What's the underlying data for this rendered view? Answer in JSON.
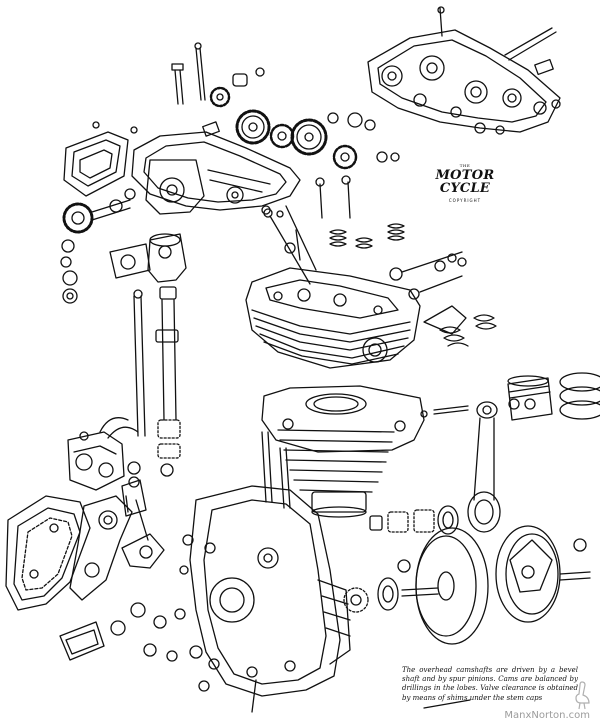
{
  "brand": {
    "small_label": "THE",
    "wordmark": "MOTOR CYCLE",
    "copyright": "COPYRIGHT"
  },
  "caption": {
    "text": "The overhead camshafts are driven by a bevel shaft and by spur pinions. Cams are balanced by drillings in the lobes. Valve clearance is obtained by means of shims under the stem caps"
  },
  "watermark": {
    "text": "ManxNorton.com",
    "icon": "ostrich-icon"
  },
  "colors": {
    "ink": "#111111",
    "paper": "#ffffff",
    "watermark": "#9c9c9c"
  }
}
